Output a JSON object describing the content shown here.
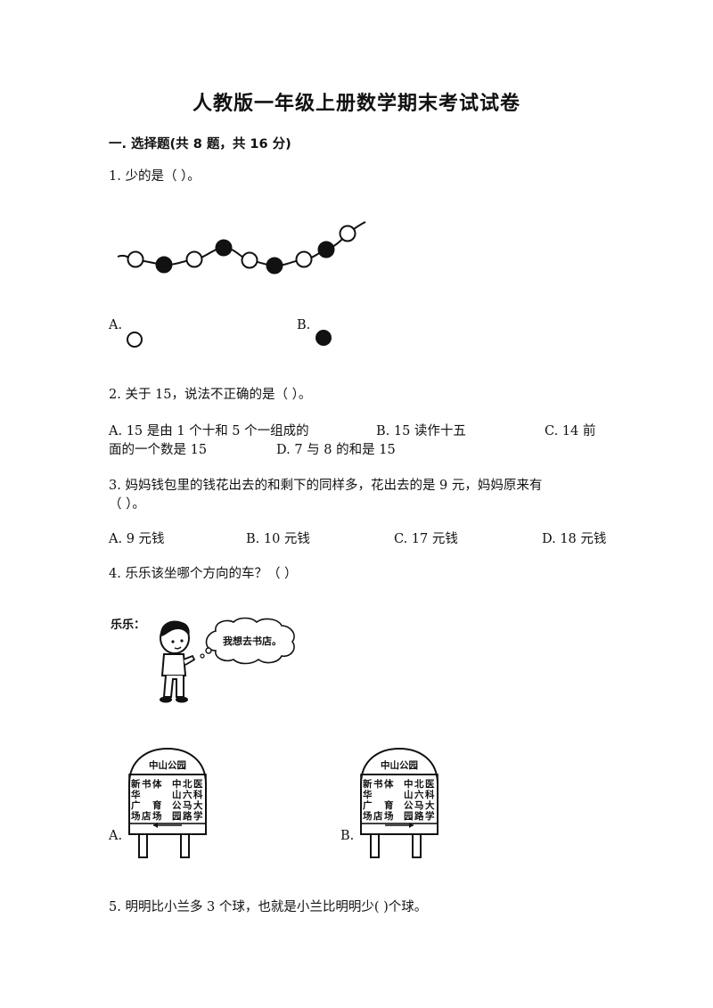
{
  "doc": {
    "title": "人教版一年级上册数学期末考试试卷",
    "section1": "一. 选择题(共 8 题，共 16 分)"
  },
  "q1": {
    "stem": "1. 少的是（        ）。",
    "option_a": "A.",
    "option_b": "B."
  },
  "q2": {
    "stem": "2. 关于 15，说法不正确的是（        ）。",
    "option_a": "A. 15 是由 1 个十和 5 个一组成的",
    "option_b": "B. 15 读作十五",
    "option_c": "C. 14 前",
    "option_c_cont": "面的一个数是 15",
    "option_d": "D. 7 与 8 的和是 15"
  },
  "q3": {
    "stem_line1": "3. 妈妈钱包里的钱花出去的和剩下的同样多，花出去的是 9 元，妈妈原来有",
    "stem_line2": "（        ）。",
    "option_a": "A. 9 元钱",
    "option_b": "B. 10 元钱",
    "option_c": "C. 17 元钱",
    "option_d": "D. 18 元钱"
  },
  "q4": {
    "stem": "4. 乐乐该坐哪个方向的车？（        ）",
    "name_label": "乐乐：",
    "speech": "我想去书店。",
    "sign_header": "中山公园",
    "sign_left_col1": [
      "新",
      "华",
      "广",
      "场"
    ],
    "sign_left_col2": [
      "书",
      "",
      "",
      "店"
    ],
    "sign_mid_col1": [
      "体",
      "",
      "育",
      "场"
    ],
    "sign_mid_col2": [
      "中",
      "山",
      "公",
      "园"
    ],
    "sign_right_col1": [
      "北",
      "六",
      "马",
      "路"
    ],
    "sign_right_col2": [
      "医",
      "科",
      "大",
      "学"
    ],
    "option_a": "A.",
    "option_b": "B."
  },
  "q5": {
    "stem": "5. 明明比小兰多 3 个球，也就是小兰比明明少(        )个球。"
  }
}
